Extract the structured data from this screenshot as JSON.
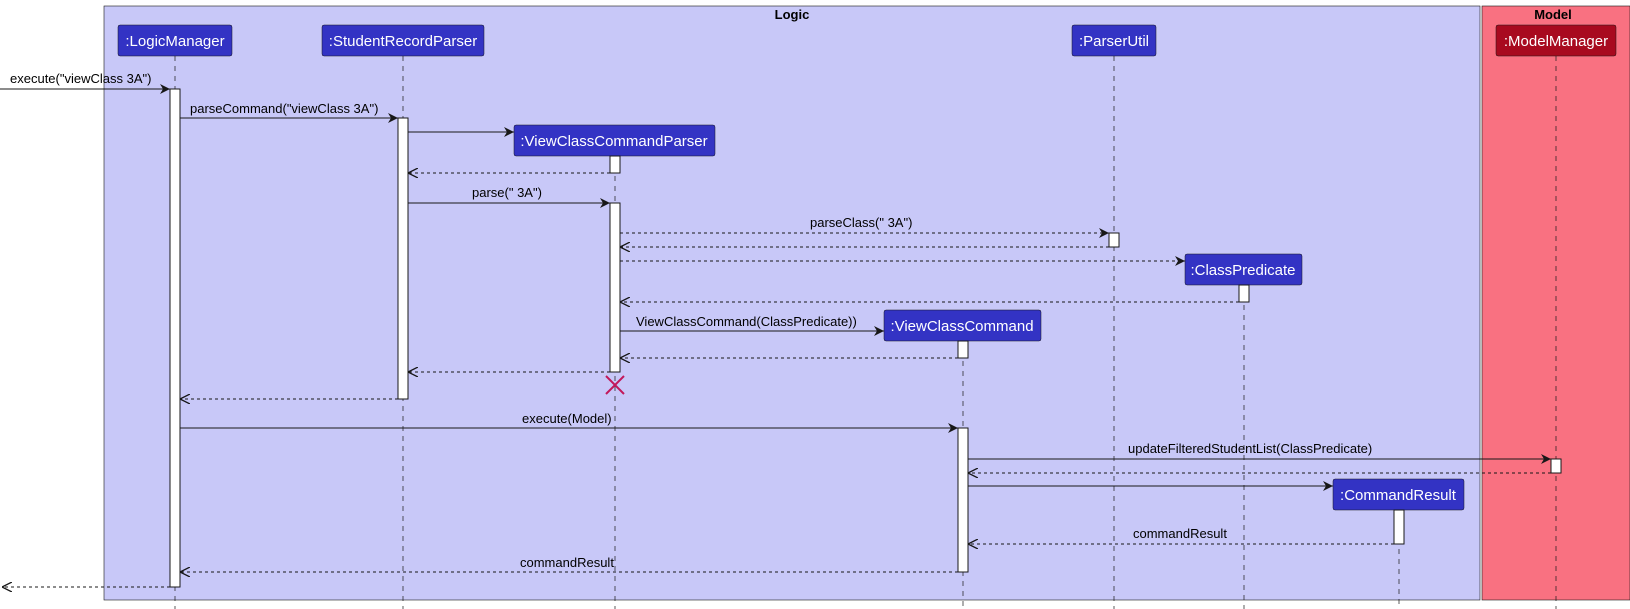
{
  "boxes": {
    "logic": {
      "title": "Logic",
      "color": "#C8C8F8"
    },
    "model": {
      "title": "Model",
      "color": "#F97181"
    }
  },
  "participants": {
    "logic_manager": ":LogicManager",
    "student_record_parser": ":StudentRecordParser",
    "view_class_command_parser": ":ViewClassCommandParser",
    "view_class_command": ":ViewClassCommand",
    "parser_util": ":ParserUtil",
    "class_predicate": ":ClassPredicate",
    "command_result": ":CommandResult",
    "model_manager": ":ModelManager"
  },
  "colors": {
    "logic_participant": "#3333C4",
    "model_participant": "#A80A1F",
    "destroy_mark": "#C2185B"
  },
  "messages": {
    "m1": "execute(\"viewClass 3A\")",
    "m2": "parseCommand(\"viewClass 3A\")",
    "m3": "parse(\" 3A\")",
    "m4": "parseClass(\" 3A\")",
    "m5": "ViewClassCommand(ClassPredicate))",
    "m6": "execute(Model)",
    "m7": "updateFilteredStudentList(ClassPredicate)",
    "m8": "commandResult",
    "m9": "commandResult"
  }
}
